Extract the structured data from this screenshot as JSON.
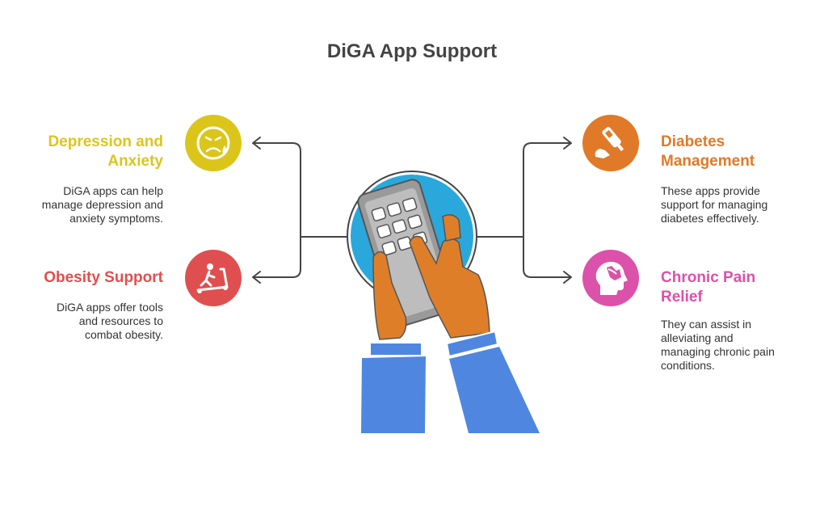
{
  "title": "DiGA App Support",
  "colors": {
    "depression": "#DCC51B",
    "diabetes": "#E07A28",
    "obesity": "#E04F4F",
    "chronic_pain": "#DC51A9",
    "connector": "#444444",
    "screen": "#2AA8DC",
    "sleeve": "#4F86E0",
    "skin": "#DF7E29",
    "device": "#9A9A9A"
  },
  "items": [
    {
      "heading": "Depression and Anxiety",
      "heading_lines": [
        "Depression and",
        "Anxiety"
      ],
      "description_lines": [
        "DiGA apps can help",
        "manage depression and",
        "anxiety symptoms."
      ],
      "icon": "sad-face-icon"
    },
    {
      "heading": "Obesity Support",
      "heading_lines": [
        "Obesity Support"
      ],
      "description_lines": [
        "DiGA apps offer tools",
        "and resources to",
        "combat obesity."
      ],
      "icon": "treadmill-icon"
    },
    {
      "heading": "Diabetes Management",
      "heading_lines": [
        "Diabetes",
        "Management"
      ],
      "description_lines": [
        "These apps provide",
        "support for managing",
        "diabetes effectively."
      ],
      "icon": "glucose-meter-icon"
    },
    {
      "heading": "Chronic Pain Relief",
      "heading_lines": [
        "Chronic Pain",
        "Relief"
      ],
      "description_lines": [
        "They can assist in",
        "alleviating and",
        "managing chronic pain",
        "conditions."
      ],
      "icon": "head-pain-icon"
    }
  ],
  "center_icon": "hands-tapping-calculator-icon"
}
